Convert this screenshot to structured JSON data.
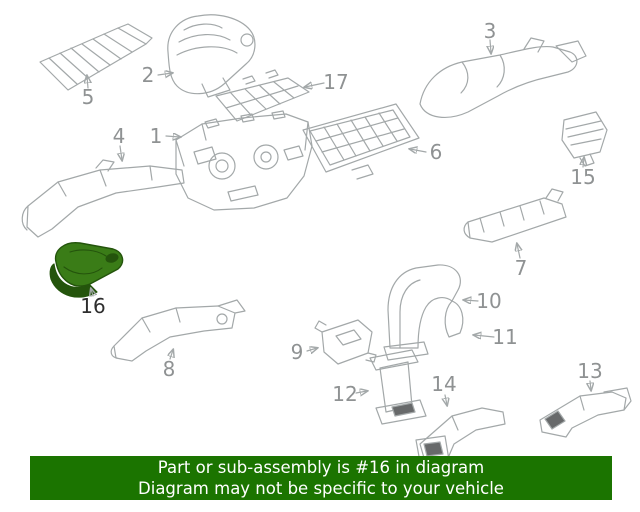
{
  "diagram": {
    "highlighted_part": "16",
    "callouts": [
      {
        "label": "1"
      },
      {
        "label": "2"
      },
      {
        "label": "3"
      },
      {
        "label": "4"
      },
      {
        "label": "5"
      },
      {
        "label": "6"
      },
      {
        "label": "7"
      },
      {
        "label": "8"
      },
      {
        "label": "9"
      },
      {
        "label": "10"
      },
      {
        "label": "11"
      },
      {
        "label": "12"
      },
      {
        "label": "13"
      },
      {
        "label": "14"
      },
      {
        "label": "15"
      },
      {
        "label": "16"
      },
      {
        "label": "17"
      }
    ]
  },
  "banner": {
    "line1": "Part or sub-assembly is #16 in diagram",
    "line2": "Diagram may not be specific to your vehicle"
  },
  "colors": {
    "banner-bg": "#1b7400",
    "banner-text": "#ffffff",
    "highlight": "#3a7c17",
    "highlight-shade": "#24540c",
    "line": "#a3a8a9",
    "callout": "#8f9293",
    "callout-dark": "#2e2e2e",
    "opening": "#67696a"
  }
}
